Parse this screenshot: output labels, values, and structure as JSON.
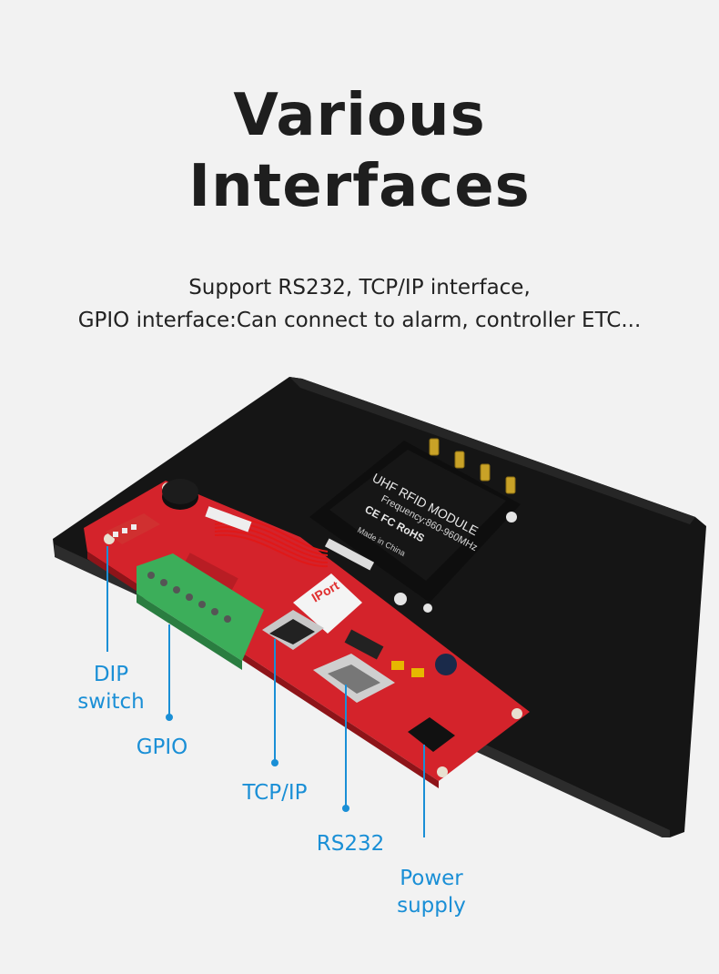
{
  "headline": {
    "line1": "Various",
    "line2": "Interfaces"
  },
  "subtitle": {
    "line1": "Support RS232, TCP/IP interface,",
    "line2": "GPIO interface:Can connect to alarm, controller ETC..."
  },
  "module": {
    "name": "UHF RFID MODULE",
    "frequency": "Frequency:860-960MHz",
    "origin": "Made in China",
    "marks": "CE FC RoHS"
  },
  "board": {
    "ethernet_module_label": "IPort"
  },
  "callouts": {
    "dip_switch": {
      "line1": "DIP",
      "line2": "switch"
    },
    "gpio": "GPIO",
    "tcpip": "TCP/IP",
    "rs232": "RS232",
    "power": {
      "line1": "Power",
      "line2": "supply"
    }
  },
  "colors": {
    "background": "#f2f2f2",
    "title": "#1e1e1e",
    "callout": "#1a8fd6",
    "pcb": "#d4232b",
    "base_plate": "#141414",
    "terminal_block": "#3cae5a"
  }
}
